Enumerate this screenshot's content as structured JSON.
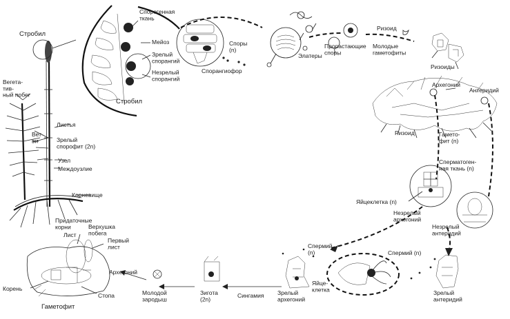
{
  "labels": {
    "strobil_top": "Стробил",
    "vegetative_shoot": "Вегета-\nтив-\nный побег",
    "leaves": "Листья",
    "branches": "Вет-\nви",
    "mature_sporophyte": "Зрелый\nспорофит (2n)",
    "node": "Узел",
    "internode": "Междоузлие",
    "rhizome": "Корневище",
    "adventitious_roots": "Придаточные\nкорни",
    "sporogenous_tissue": "Спорогенная\nткань",
    "meiosis": "Мейоз",
    "mature_sporangium": "Зрелый\nспорангий",
    "immature_sporangium": "Незрелый\nспорангий",
    "strobil_bottom": "Стробил",
    "spores": "Споры\n(n)",
    "sporangiophore": "Спорангиофор",
    "elaters": "Элатеры",
    "germinating_spores": "Прорастающие\nспоры",
    "rhizoid_top": "Ризоид",
    "young_gametophytes": "Молодые\nгаметофиты",
    "rhizoids": "Ризоиды",
    "archegonium_top": "Архегоний",
    "antheridium_top": "Антеридий",
    "rhizoid_mid": "Ризоид",
    "gametophyte_n": "Гамето-\nфит (n)",
    "spermatogenous_tissue": "Сперматоген-\nная ткань (n)",
    "egg_cell_n": "Яйцеклетка (n)",
    "immature_archegonium": "Незрелый\nархегоний",
    "immature_antheridium": "Незрелый\nантеридий",
    "mature_antheridium": "Зрелый\nантеридий",
    "sperm_right": "Спермий (n)",
    "sperm_left": "Спермий\n(n)",
    "egg_cell": "Яйце-\nклетка",
    "mature_archegonium": "Зрелый\nархегоний",
    "syngamy": "Сингамия",
    "zygote": "Зигота\n(2n)",
    "young_embryo": "Молодой\nзародыш",
    "archegonium_bottom": "Архегоний",
    "shoot_tip": "Верхушка\nпобега",
    "leaf": "Лист",
    "first_leaf": "Первый\nлист",
    "root": "Корень",
    "foot": "Стопа",
    "gametophyte": "Гаметофит"
  }
}
